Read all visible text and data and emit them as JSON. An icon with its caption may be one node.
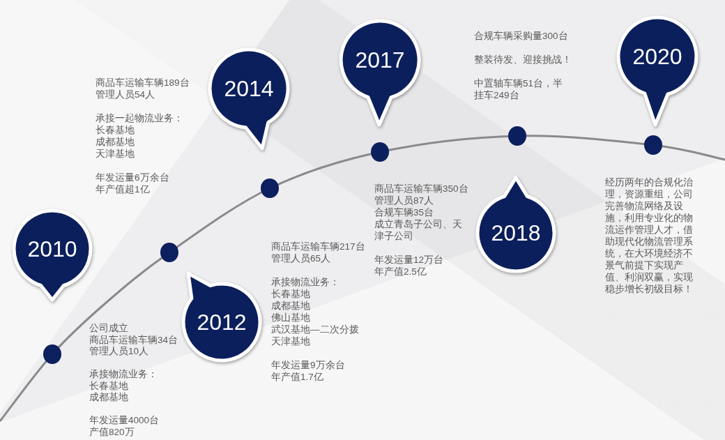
{
  "diagram": {
    "nodes": [
      {
        "text": [
          "2010"
        ],
        "beside": [
          "公司成立",
          "商品车运输车辆34台",
          "管理人员10人",
          "承接物流业务：",
          "长春基地",
          "成都基地",
          "年发运量4000台",
          "产值820万"
        ]
      },
      {
        "text": [
          "2012"
        ],
        "beside": [
          "商品车运输车辆217台",
          "管理人员65人",
          "承接物流业务：",
          "长春基地",
          "成都基地",
          "佛山基地",
          "武汉基地—二次分拨",
          "天津基地",
          "年发运量9万余台",
          "年产值1.7亿"
        ]
      },
      {
        "text": [
          "2014"
        ],
        "beside": [
          "商品车运输车辆189台",
          "管理人员54人",
          "承接一起物流业务：",
          "长春基地",
          "成都基地",
          "天津基地",
          "年发运量6万余台",
          "年产值超1亿"
        ]
      },
      {
        "text": [
          "2017"
        ],
        "beside": [
          "商品车运输车辆350台",
          "管理人员87人",
          "合规车辆35台",
          "成立青岛子公司、天津子公司",
          "年发运量12万台",
          "年产值2.5亿"
        ]
      },
      {
        "text": [
          "2018"
        ],
        "beside": [
          "合规车辆采购量300台",
          "整装待发、迎接挑战！",
          "中置轴车辆51台，半挂车249台"
        ]
      },
      {
        "text": [
          "2020"
        ]
      }
    ],
    "labels": [
      "经历两年的合规化治理，资源重组，公司完善物流网络及设施，利用专业化的物流运作管理人才，借助现代化物流管理系统，在大环境经济不景气前提下实现产值、利润双赢，实现稳步增长初级目标！"
    ]
  }
}
